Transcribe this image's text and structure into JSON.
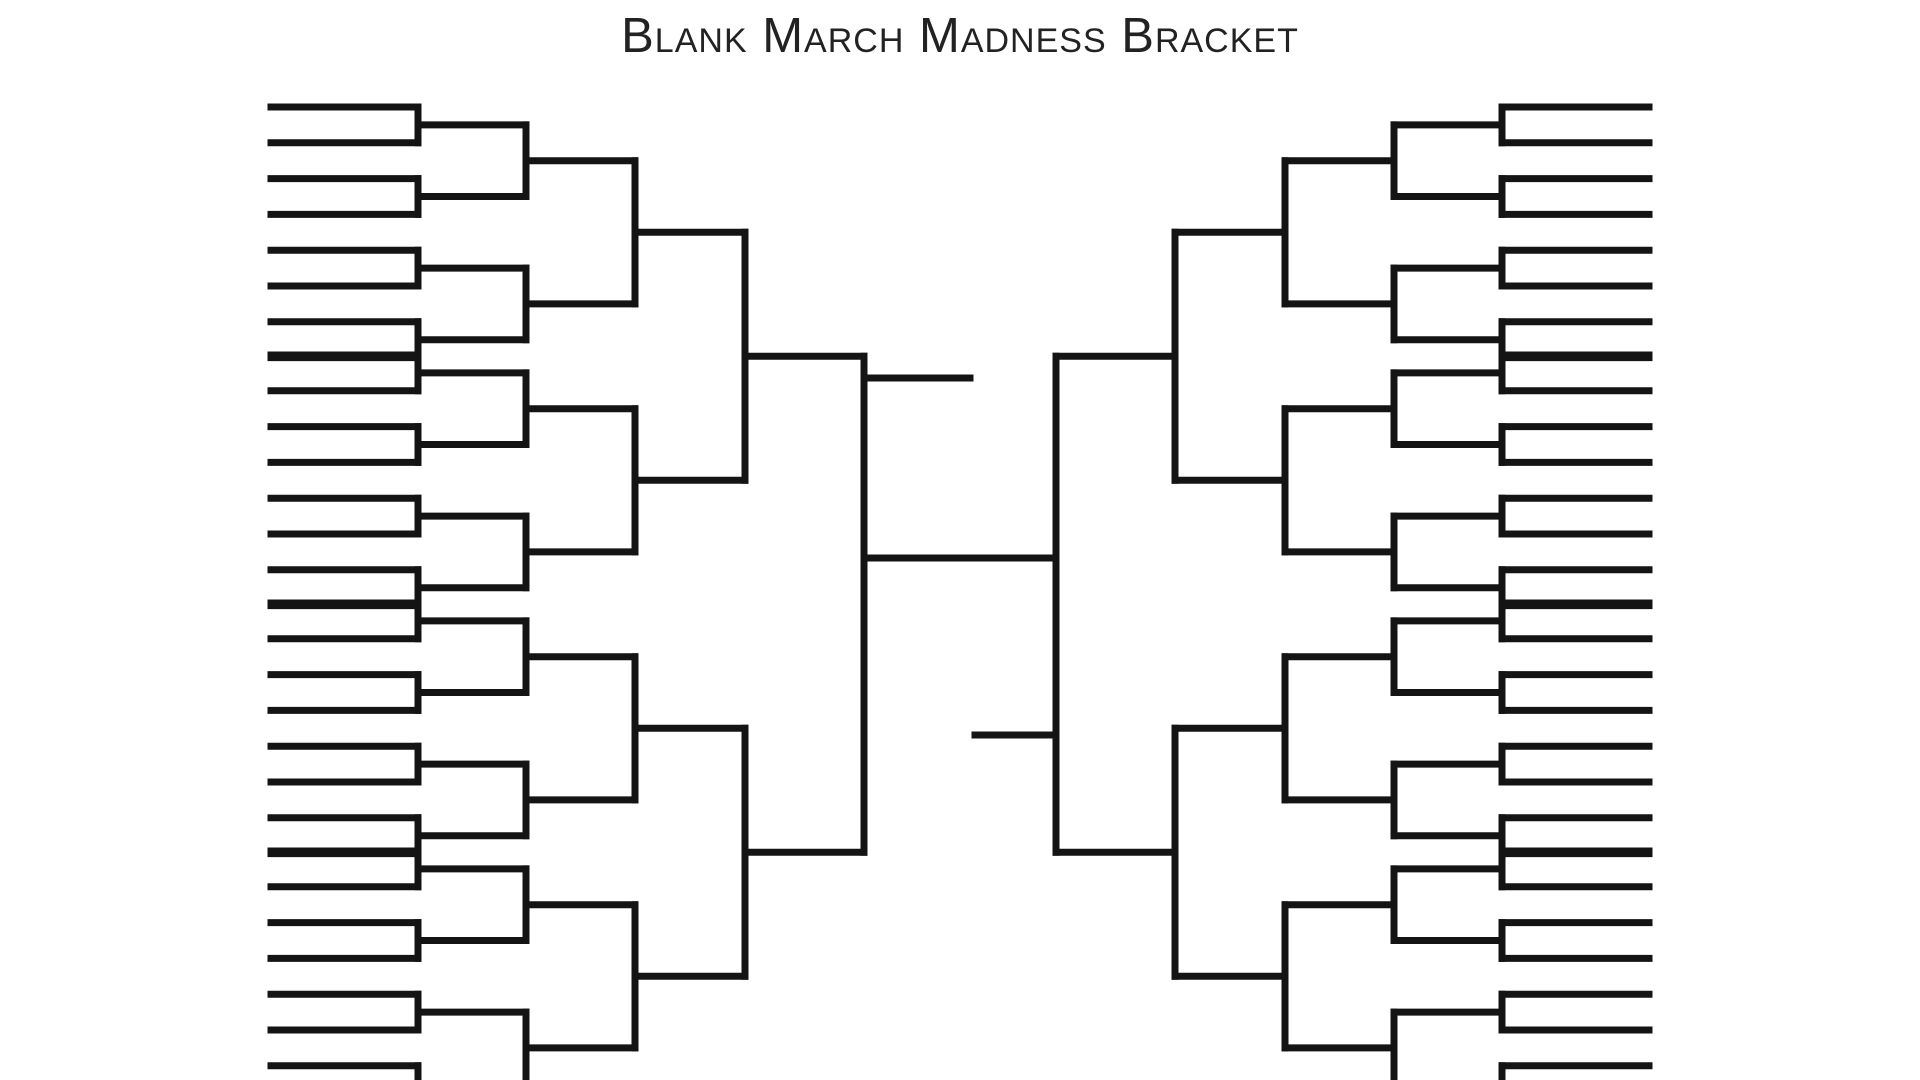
{
  "title": "Blank March Madness Bracket",
  "colors": {
    "background": "#ffffff",
    "line": "#141414"
  },
  "bracket": {
    "teams_per_side": 32,
    "rounds_per_side": 5
  }
}
